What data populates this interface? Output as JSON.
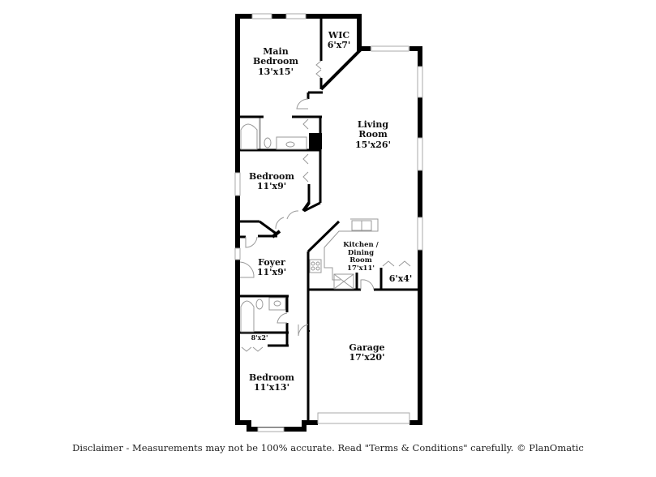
{
  "floorplan": {
    "rooms": [
      {
        "id": "main-bedroom",
        "name": "Main Bedroom",
        "name_line1": "Main",
        "name_line2": "Bedroom",
        "dims": "13'x15'"
      },
      {
        "id": "wic",
        "name": "WIC",
        "dims": "6'x7'"
      },
      {
        "id": "living-room",
        "name": "Living Room",
        "name_line1": "Living",
        "name_line2": "Room",
        "dims": "15'x26'"
      },
      {
        "id": "bedroom-2",
        "name": "Bedroom",
        "dims": "11'x9'"
      },
      {
        "id": "foyer",
        "name": "Foyer",
        "dims": "11'x9'"
      },
      {
        "id": "kitchen-dining",
        "name": "Kitchen / Dining Room",
        "name_line1": "Kitchen /",
        "name_line2": "Dining",
        "name_line3": "Room",
        "dims": "17'x11'"
      },
      {
        "id": "storage",
        "name": "",
        "dims": "6'x4'"
      },
      {
        "id": "closet",
        "name": "",
        "dims": "8'x2'"
      },
      {
        "id": "garage",
        "name": "Garage",
        "dims": "17'x20'"
      },
      {
        "id": "bedroom-3",
        "name": "Bedroom",
        "dims": "11'x13'"
      }
    ],
    "colors": {
      "wall": "#000000",
      "window": "#cccccc",
      "fixture": "#999999",
      "background": "#ffffff"
    }
  },
  "footer": {
    "disclaimer": "Disclaimer - Measurements may not be 100% accurate. Read \"Terms & Conditions\" carefully. © PlanOmatic"
  }
}
